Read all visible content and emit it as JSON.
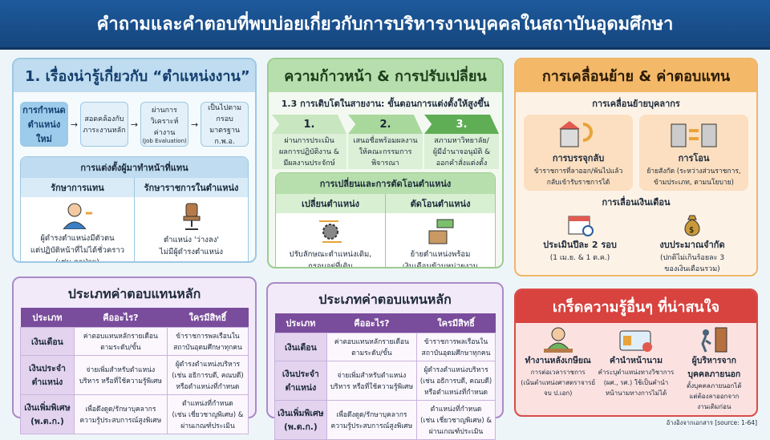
{
  "header": {
    "title": "คำถามและคำตอบที่พบบ่อยเกี่ยวกับการบริหารงานบุคคลในสถาบันอุดมศึกษา"
  },
  "p1": {
    "title": "1. เรื่องน่ารู้เกี่ยวกับ “ตำแหน่งงาน”",
    "flow": [
      "การกำหนด\nตำแหน่งใหม่",
      "สอดคล้องกับ\nภาระงานหลัก",
      "ผ่านการ\nวิเคราะห์\nค่างาน",
      "เป็นไปตาม\nกรอบมาตรฐาน\nก.พ.อ."
    ],
    "flow_note": "(Job Evaluation)",
    "acting": {
      "title": "การแต่งตั้งผู้มาทำหน้าที่แทน",
      "cols": [
        {
          "head": "รักษาการแทน",
          "desc": "ผู้ดำรงตำแหน่งมีตัวตน\nแต่ปฏิบัติหน้าที่ไม่ได้ชั่วคราว\n(เช่น ลาป่วย)"
        },
        {
          "head": "รักษาราชการในตำแหน่ง",
          "desc": "ตำแหน่ง 'ว่างลง'\nไม่มีผู้ดำรงตำแหน่ง"
        }
      ]
    }
  },
  "p2": {
    "title": "ความก้าวหน้า & การปรับเปลี่ยน",
    "sub": "1.3 การเติบโตในสายงาน: ขั้นตอนการแต่งตั้งให้สูงขึ้น",
    "steps": [
      {
        "num": "1.",
        "text": "ผ่านการประเมิน\nผลการปฏิบัติงาน &\nมีผลงานประจักษ์"
      },
      {
        "num": "2.",
        "text": "เสนอชื่อพร้อมผลงาน\nให้คณะกรรมการ\nพิจารณา"
      },
      {
        "num": "3.",
        "text": "สภามหาวิทยาลัย/\nผู้มีอำนาจอนุมัติ &\nออกคำสั่งแต่งตั้ง"
      }
    ],
    "change": {
      "title": "การเปลี่ยนและการตัดโอนตำแหน่ง",
      "cols": [
        {
          "head": "เปลี่ยนตำแหน่ง",
          "desc": "ปรับลักษณะตำแหน่งเดิม,\nกรอบอยู่ที่เดิม"
        },
        {
          "head": "ตัดโอนตำแหน่ง",
          "desc": "ย้ายตำแหน่งพร้อม\nเงินเดือนข้ามหน่วยงาน"
        }
      ]
    }
  },
  "p3": {
    "title": "การเคลื่อนย้าย & ค่าตอบแทน",
    "move_title": "การเคลื่อนย้ายบุคลากร",
    "moves": [
      {
        "title": "การบรรจุกลับ",
        "desc": "ข้าราชการที่ลาออก/พ้นไปแล้ว\nกลับเข้ารับราชการได้"
      },
      {
        "title": "การโอน",
        "desc": "ย้ายสังกัด (ระหว่างส่วนราชการ,\nข้ามประเภท, ตามนโยบาย)"
      }
    ],
    "salary_title": "การเลื่อนเงินเดือน",
    "salary": [
      {
        "title": "ประเมินปีละ 2 รอบ",
        "desc": "(1 เม.ย. & 1 ต.ค.)"
      },
      {
        "title": "งบประมาณจำกัด",
        "desc": "(ปกติไม่เกินร้อยละ 3\nของเงินเดือนรวม)"
      }
    ]
  },
  "table": {
    "title": "ประเภทค่าตอบแทนหลัก",
    "headers": [
      "ประเภท",
      "คืออะไร?",
      "ใครมีสิทธิ์"
    ],
    "rows": [
      [
        "เงินเดือน",
        "ค่าตอบแทนหลักรายเดือน\nตามระดับ/ขั้น",
        "ข้าราชการพลเรือนใน\nสถาบันอุดมศึกษาทุกคน"
      ],
      [
        "เงินประจำ\nตำแหน่ง",
        "จ่ายเพิ่มสำหรับตำแหน่ง\nบริหาร หรือที่ใช้ความรู้พิเศษ",
        "ผู้ดำรงตำแหน่งบริหาร\n(เช่น อธิการบดี, คณบดี)\nหรือตำแหน่งที่กำหนด"
      ],
      [
        "เงินเพิ่มพิเศษ\n(พ.ต.ก.)",
        "เพื่อดึงดูด/รักษาบุคลากร\nความรู้ประสบการณ์สูงพิเศษ",
        "ตำแหน่งที่กำหนด\n(เช่น เชี่ยวชาญพิเศษ) &\nผ่านเกณฑ์ประเมิน"
      ]
    ]
  },
  "p6": {
    "title": "เกร็ดความรู้อื่นๆ ที่น่าสนใจ",
    "items": [
      {
        "title": "ทำงานหลังเกษียณ",
        "desc": "การต่อเวลาราชการ\n(เน้นตำแหน่งศาสตราจารย์\nจบ ป.เอก)"
      },
      {
        "title": "คำนำหน้านาม",
        "desc": "คำระบุตำแหน่งทางวิชาการ\n(ผศ., รศ.) ใช้เป็นคำนำ\nหน้านามทางการไม่ได้"
      },
      {
        "title": "ผู้บริหารจาก\nบุคคลภายนอก",
        "desc": "ตั้งบุคคลภายนอกได้\nแต่ต้องลาออกจาก\nงานเดิมก่อน"
      }
    ]
  },
  "source": "อ้างอิงจากเอกสาร [source: 1-64]"
}
